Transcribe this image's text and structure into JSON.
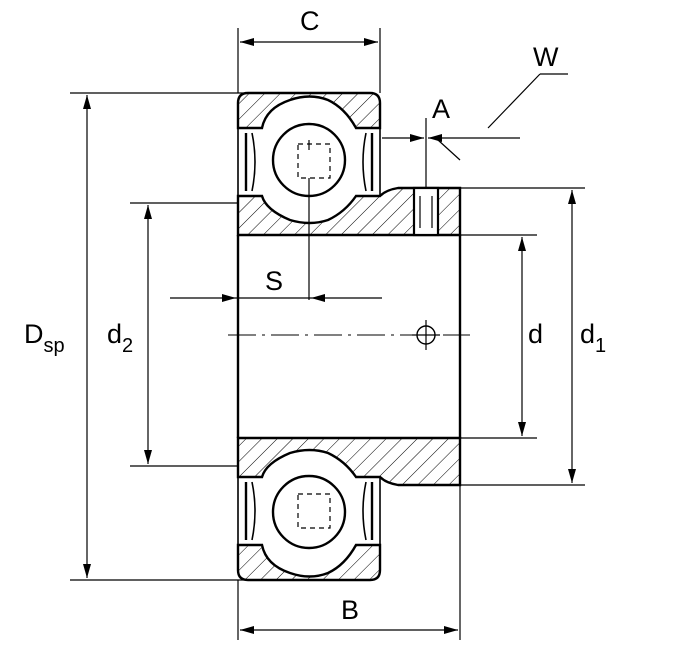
{
  "labels": {
    "C": "C",
    "W": "W",
    "A": "A",
    "S": "S",
    "B": "B",
    "D": "D",
    "D_sub": "sp",
    "d2": "d",
    "d2_sub": "2",
    "d": "d",
    "d1": "d",
    "d1_sub": "1"
  }
}
